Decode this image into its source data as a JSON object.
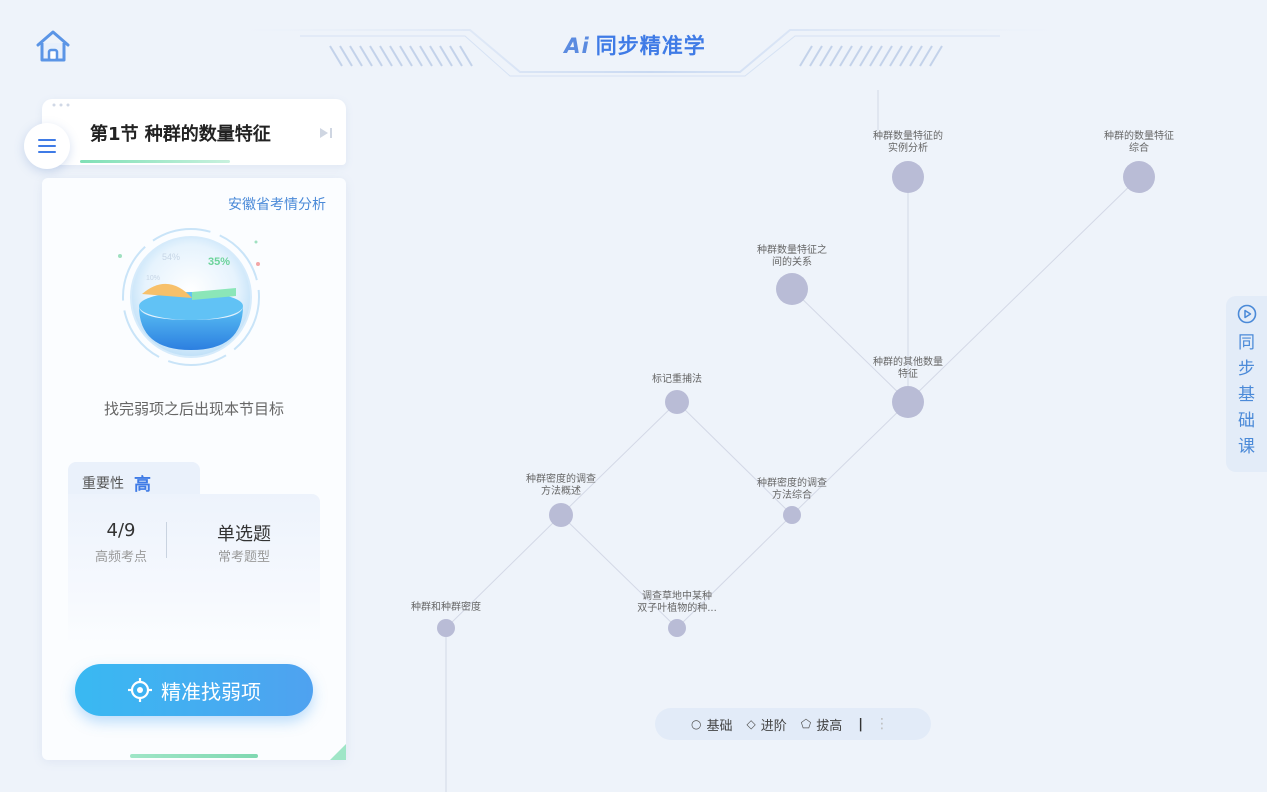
{
  "header": {
    "ai_prefix": "Ai",
    "title": "同步精准学",
    "home_icon": "home-icon"
  },
  "sidebar": {
    "chapter_title": "第1节 种群的数量特征",
    "menu_icon": "menu-icon",
    "next_icon": "skip-next-icon",
    "region_link": "安徽省考情分析",
    "globe_percent_1": "54%",
    "globe_percent_2": "35%",
    "globe_percent_3": "10%",
    "goal_text": "找完弱项之后出现本节目标",
    "importance_label": "重要性",
    "importance_value": "高",
    "stat1_value": "4/9",
    "stat1_label": "高频考点",
    "stat2_value": "单选题",
    "stat2_label": "常考题型",
    "cta_label": "精准找弱项",
    "cta_icon": "target-icon"
  },
  "graph": {
    "nodes": [
      {
        "id": "n1",
        "label_1": "种群数量特征的",
        "label_2": "实例分析"
      },
      {
        "id": "n2",
        "label_1": "种群的数量特征",
        "label_2": "综合"
      },
      {
        "id": "n3",
        "label_1": "种群数量特征之",
        "label_2": "间的关系"
      },
      {
        "id": "n4",
        "label_1": "种群的其他数量",
        "label_2": "特征"
      },
      {
        "id": "n5",
        "label_1": "标记重捕法",
        "label_2": ""
      },
      {
        "id": "n6",
        "label_1": "种群密度的调查",
        "label_2": "方法概述"
      },
      {
        "id": "n7",
        "label_1": "种群密度的调查",
        "label_2": "方法综合"
      },
      {
        "id": "n8",
        "label_1": "种群和种群密度",
        "label_2": ""
      },
      {
        "id": "n9",
        "label_1": "调查草地中某种",
        "label_2": "双子叶植物的种..."
      }
    ]
  },
  "legend": {
    "basic": "基础",
    "advanced": "进阶",
    "expert": "拔高",
    "separator": "|",
    "more": "⋮"
  },
  "side_tab": {
    "icon": "play-circle-icon",
    "chars": [
      "同",
      "步",
      "基",
      "础",
      "课"
    ]
  },
  "colors": {
    "accent": "#3f7be6",
    "node": "#b9bcd6",
    "background": "#eef3fa"
  }
}
